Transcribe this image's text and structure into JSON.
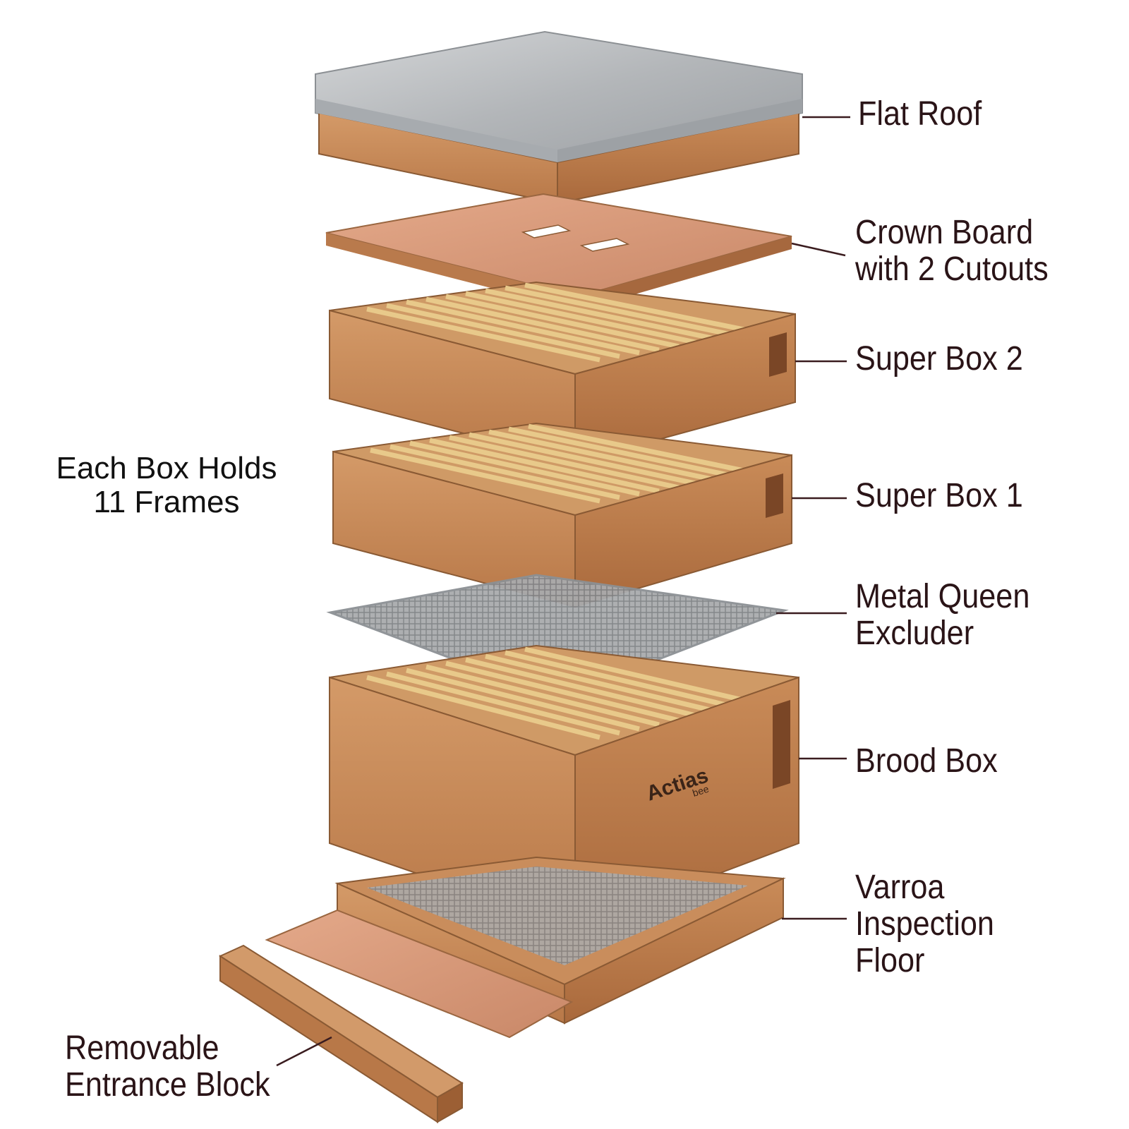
{
  "callouts": {
    "flat_roof": "Flat Roof",
    "crown_board": [
      "Crown Board",
      "with 2 Cutouts"
    ],
    "super_box_2": "Super Box 2",
    "super_box_1": "Super Box 1",
    "queen_excluder": [
      "Metal Queen",
      "Excluder"
    ],
    "brood_box": "Brood Box",
    "varroa_floor": [
      "Varroa",
      "Inspection",
      "Floor"
    ],
    "entrance_block": [
      "Removable",
      "Entrance Block"
    ]
  },
  "frames_note": [
    "Each Box Holds",
    "11 Frames"
  ],
  "brand": {
    "name": "Actias",
    "sub": "bee"
  },
  "colors": {
    "label_text": "#2a1417",
    "leader_line": "#3a1c1f",
    "cedar": "#c98d5c",
    "cedar_dark": "#a8683e",
    "metal": "#b9bcbf"
  }
}
